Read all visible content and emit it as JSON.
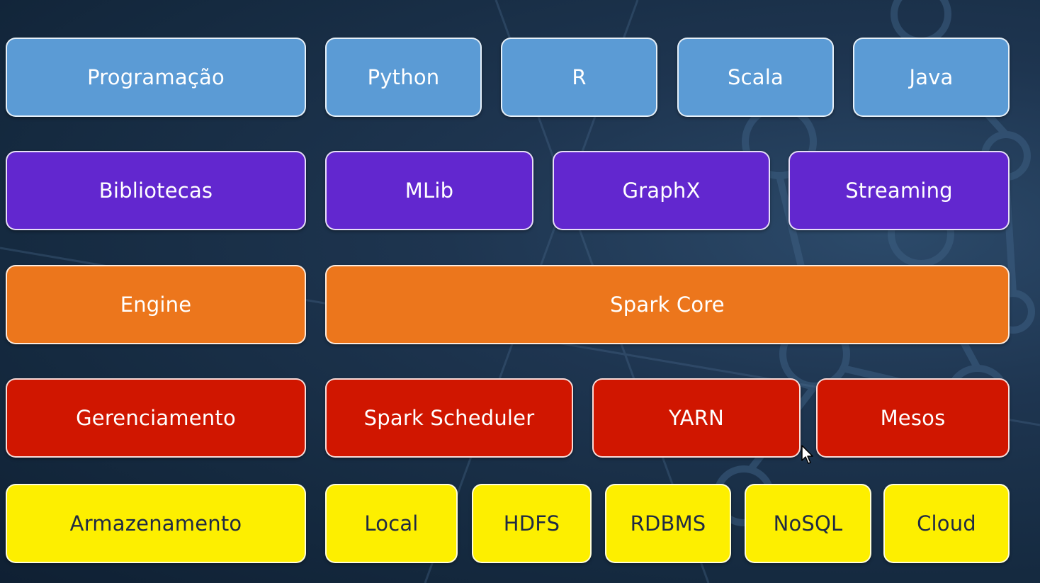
{
  "colors": {
    "programacao": "#5b9bd5",
    "bibliotecas": "#6227cf",
    "engine": "#ec761c",
    "gerenciamento": "#d01600",
    "armazenamento": "#fdef00",
    "background": "#1e3550"
  },
  "rows": {
    "programacao": [
      "Programação",
      "Python",
      "R",
      "Scala",
      "Java"
    ],
    "bibliotecas": [
      "Bibliotecas",
      "MLib",
      "GraphX",
      "Streaming"
    ],
    "engine": [
      "Engine",
      "Spark Core"
    ],
    "gerenciamento": [
      "Gerenciamento",
      "Spark Scheduler",
      "YARN",
      "Mesos"
    ],
    "armazenamento": [
      "Armazenamento",
      "Local",
      "HDFS",
      "RDBMS",
      "NoSQL",
      "Cloud"
    ]
  }
}
